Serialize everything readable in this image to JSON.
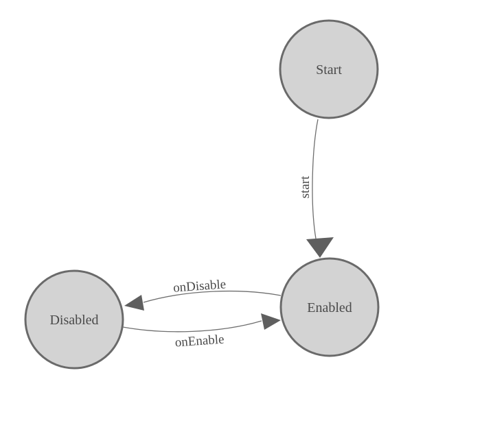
{
  "diagram": {
    "type": "state-machine",
    "background_color": "#ffffff",
    "node_fill_color": "#d3d3d3",
    "node_border_color": "#6a6a6a",
    "edge_color": "#6e6e6e",
    "arrow_color": "#5f5f5f",
    "text_color": "#4a4a4a",
    "nodes": [
      {
        "id": "start",
        "label": "Start"
      },
      {
        "id": "enabled",
        "label": "Enabled"
      },
      {
        "id": "disabled",
        "label": "Disabled"
      }
    ],
    "edges": [
      {
        "from": "Start",
        "to": "Enabled",
        "label": "start"
      },
      {
        "from": "Enabled",
        "to": "Disabled",
        "label": "onDisable"
      },
      {
        "from": "Disabled",
        "to": "Enabled",
        "label": "onEnable"
      }
    ]
  }
}
